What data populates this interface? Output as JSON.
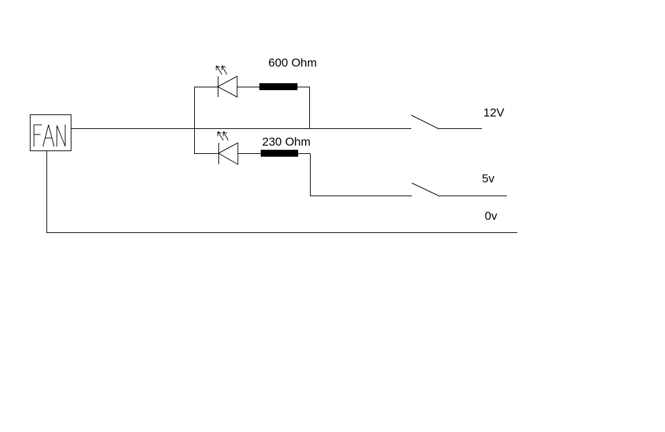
{
  "labels": {
    "fan": "FAN",
    "resistor_top": "600 Ohm",
    "resistor_bottom": "230 Ohm",
    "rail_12v": "12V",
    "rail_5v": "5v",
    "rail_0v": "0v"
  },
  "icons": {
    "led_top": "led-icon",
    "led_bottom": "led-icon",
    "switch_12v": "switch-icon",
    "switch_5v": "switch-icon"
  },
  "colors": {
    "background": "#ffffff",
    "ink": "#000000"
  }
}
